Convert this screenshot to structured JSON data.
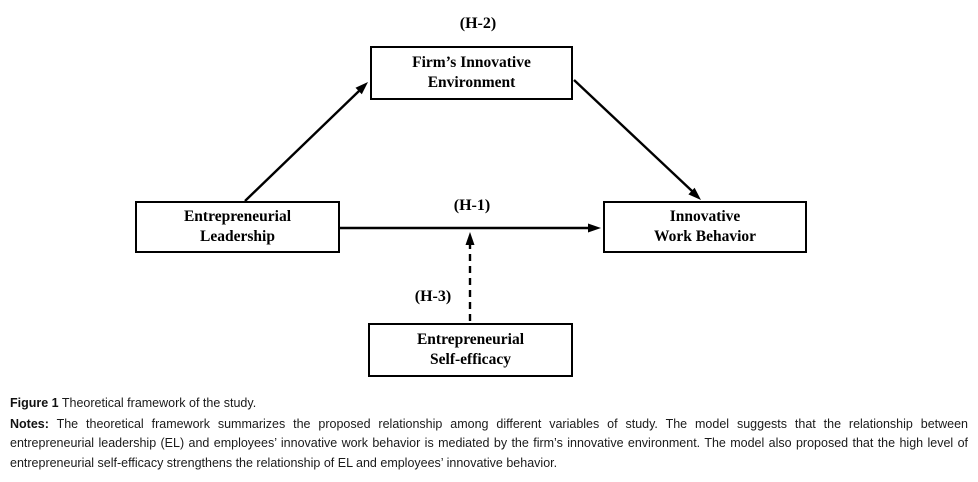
{
  "figure": {
    "boxes": [
      {
        "id": "firms-innovative-environment",
        "line1": "Firm’s Innovative",
        "line2": "Environment"
      },
      {
        "id": "entrepreneurial-leadership",
        "line1": "Entrepreneurial",
        "line2": "Leadership"
      },
      {
        "id": "innovative-work-behavior",
        "line1": "Innovative",
        "line2": "Work Behavior"
      },
      {
        "id": "entrepreneurial-self-efficacy",
        "line1": "Entrepreneurial",
        "line2": "Self-efficacy"
      }
    ],
    "hypothesis_labels": {
      "h1": "(H-1)",
      "h2": "(H-2)",
      "h3": "(H-3)"
    },
    "edges": [
      {
        "from": "entrepreneurial-leadership",
        "to": "firms-innovative-environment",
        "style": "solid-arrow",
        "label": ""
      },
      {
        "from": "firms-innovative-environment",
        "to": "innovative-work-behavior",
        "style": "solid-arrow",
        "label": "(H-2)"
      },
      {
        "from": "entrepreneurial-leadership",
        "to": "innovative-work-behavior",
        "style": "solid-arrow",
        "label": "(H-1)"
      },
      {
        "from": "entrepreneurial-self-efficacy",
        "to": "h1-path",
        "style": "dashed-arrow",
        "label": "(H-3)"
      }
    ]
  },
  "caption": {
    "figure_label": "Figure 1",
    "figure_title": "Theoretical framework of the study.",
    "notes_label": "Notes:",
    "notes_text": "The theoretical framework summarizes the proposed relationship among different variables of study. The model suggests that the relationship between entrepreneurial leadership (EL) and employees’ innovative work behavior is mediated by the firm’s innovative environment. The model also proposed that the high level of entrepreneurial self-efficacy strengthens the relationship of EL and employees’ innovative behavior."
  },
  "colors": {
    "diagram_ink": "#000000",
    "caption_text": "#1a1a1a",
    "background": "#ffffff"
  }
}
